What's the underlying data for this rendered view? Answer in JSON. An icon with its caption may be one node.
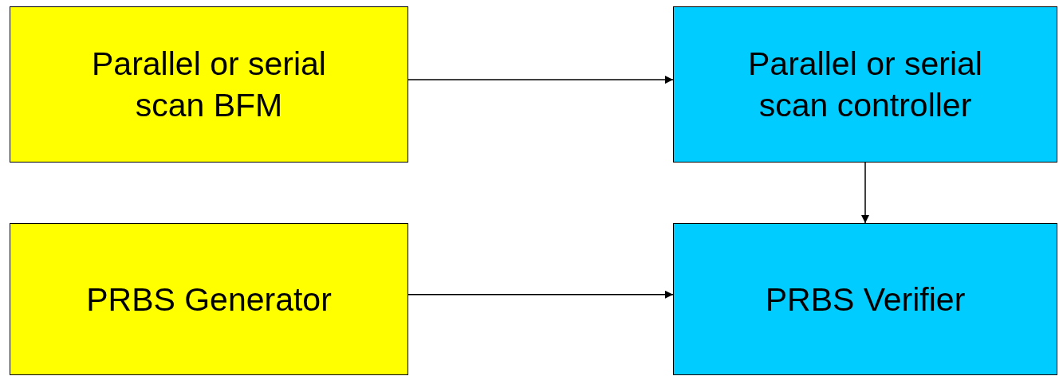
{
  "diagram": {
    "nodes": [
      {
        "text": [
          "Parallel or serial scan BFM"
        ]
      },
      {
        "text": [
          "Parallel or serial scan controller"
        ]
      },
      {
        "text": [
          "PRBS Generator"
        ]
      },
      {
        "text": [
          "PRBS Verifier"
        ]
      }
    ],
    "edges": [
      {
        "from": 0,
        "to": 1,
        "arrow": "to"
      },
      {
        "from": 1,
        "to": 3,
        "arrow": "to"
      },
      {
        "from": 2,
        "to": 3,
        "arrow": "to"
      }
    ]
  }
}
